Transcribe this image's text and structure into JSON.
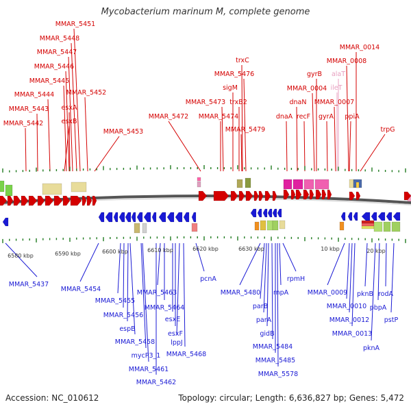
{
  "header": {
    "title": "Mycobacterium marinum M, complete genome"
  },
  "footer": {
    "accession": "Accession: NC_010612",
    "summary": "Topology: circular; Length: 6,636,827 bp; Genes: 5,472"
  },
  "colors": {
    "forward": "#d40000",
    "reverse": "#1a1ad4",
    "tick": "#1e7a1e",
    "backbone": "#666666"
  },
  "ticks": [
    "6580 kbp",
    "6590 kbp",
    "6600 kbp",
    "6610 kbp",
    "6620 kbp",
    "6630 kbp",
    "10 kbp",
    "20 kbp"
  ],
  "top_labels": [
    "MMAR_5451",
    "MMAR_5448",
    "MMAR_5447",
    "MMAR_5446",
    "MMAR_5445",
    "MMAR_5444",
    "MMAR_5443",
    "MMAR_5442",
    "esxA",
    "esxB",
    "MMAR_5452",
    "MMAR_5453",
    "MMAR_5472",
    "MMAR_5473",
    "MMAR_5474",
    "trxB2",
    "sigM",
    "MMAR_5476",
    "trxC",
    "MMAR_5479",
    "dnaA",
    "dnaN",
    "recF",
    "MMAR_0004",
    "gyrB",
    "gyrA",
    "MMAR_0007",
    "MMAR_0008",
    "MMAR_0014",
    "alaT",
    "ileT",
    "ppiA",
    "trpG"
  ],
  "bottom_labels": [
    "MMAR_5437",
    "MMAR_5454",
    "MMAR_5455",
    "MMAR_5456",
    "espB",
    "MMAR_5458",
    "mycP3_1",
    "MMAR_5461",
    "MMAR_5462",
    "MMAR_5463",
    "MMAR_5464",
    "esxE",
    "esxF",
    "lppJ",
    "MMAR_5468",
    "pcnA",
    "MMAR_5480",
    "parB",
    "parA",
    "gidB",
    "MMAR_5484",
    "MMAR_5485",
    "MMAR_5578",
    "rnpA",
    "rpmH",
    "MMAR_0009",
    "MMAR_0010",
    "MMAR_0012",
    "MMAR_0013",
    "pknB",
    "pbpA",
    "rodA",
    "pknA",
    "pstP"
  ]
}
